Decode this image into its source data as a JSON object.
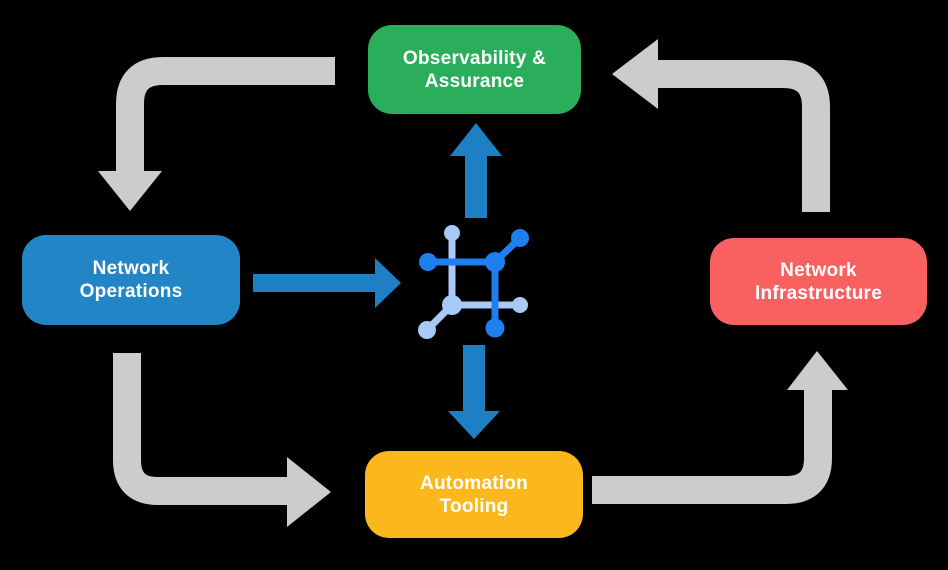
{
  "colors": {
    "background": "#000000",
    "text": "#FFFFFF",
    "box_green": "#2BAE5C",
    "box_blue": "#2185C6",
    "box_red": "#F96060",
    "box_yellow": "#FBB71B",
    "arrow_gray": "#CCCCCC",
    "arrow_blue": "#1E80C4",
    "icon_blue_dark": "#1F7FEE",
    "icon_blue_light": "#A8C9F6"
  },
  "diagram": {
    "nodes": {
      "observability": {
        "lines": [
          "Observability &",
          "Assurance"
        ]
      },
      "operations": {
        "lines": [
          "Network",
          "Operations"
        ]
      },
      "infrastructure": {
        "lines": [
          "Network",
          "Infrastructure"
        ]
      },
      "automation": {
        "lines": [
          "Automation",
          "Tooling"
        ]
      }
    },
    "center_icon": "network-fabric-icon"
  }
}
